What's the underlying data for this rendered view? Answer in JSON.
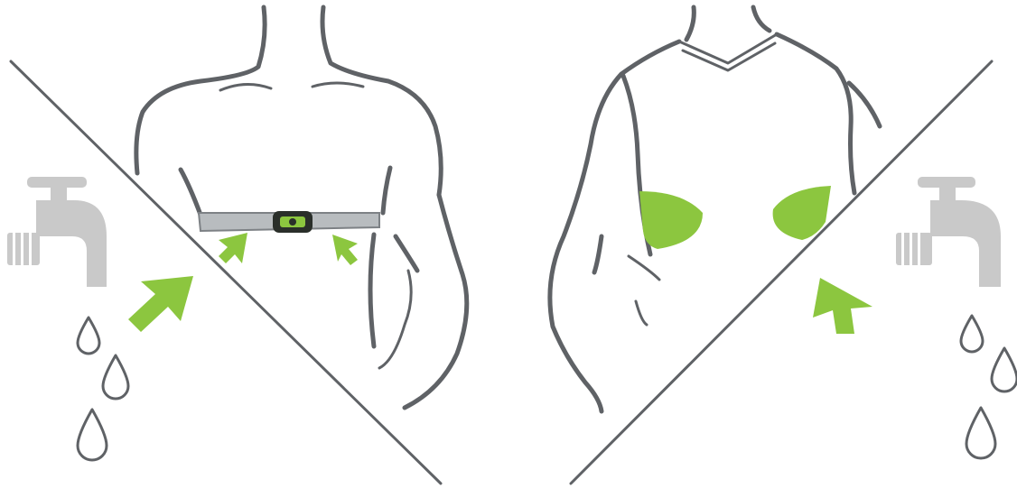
{
  "colors": {
    "line": "#5f6266",
    "accent_green": "#8cc63f",
    "strap_gray": "#b8bcbf",
    "strap_edge": "#7d8185",
    "faucet_gray": "#c9c9c9",
    "module_dark": "#2a2f2a"
  },
  "panels": [
    {
      "side": "left",
      "figure": "front-torso-with-chest-strap",
      "moisten_arrows": 2,
      "water_drops": 3,
      "icons": [
        "faucet-icon",
        "water-drop-icon",
        "green-arrow-icon"
      ]
    },
    {
      "side": "right",
      "figure": "back-torso-with-vest-moist-patches",
      "moist_patches": 2,
      "water_drops": 3,
      "icons": [
        "faucet-icon",
        "water-drop-icon",
        "green-arrow-icon"
      ]
    }
  ]
}
